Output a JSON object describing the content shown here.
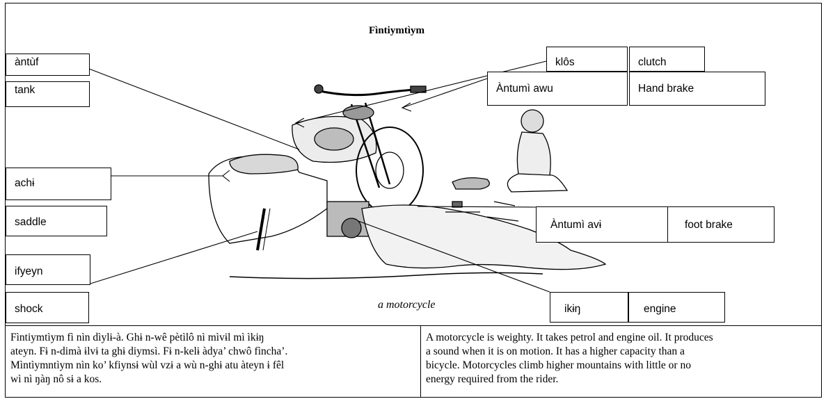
{
  "title": "Fìntiymtìym",
  "caption": "a motorcycle",
  "labels": {
    "tank_native": "àntùf",
    "tank_en": "tank",
    "saddle_native": "achɨ",
    "saddle_en": "saddle",
    "shock_native": "ifyeyn",
    "shock_en": "shock",
    "clutch_native": "klôs",
    "clutch_en": "clutch",
    "handbrake_native": "Àntumì awu",
    "handbrake_en": "Hand brake",
    "footbrake_native": "Àntumì avɨ",
    "footbrake_en": "foot brake",
    "engine_native": "ikɨŋ",
    "engine_en": "engine"
  },
  "text": {
    "native": [
      "Fìntiymtìym fì nìn dìylɨ-à. Ghɨ n-wê pètìlô nì mìvɨl mì ìkɨŋ",
      "ateyn. Fɨ n-dimà ɨlvɨ ta ghɨ diymsì. Fɨ n-kelɨ àdya’ chwô fìncha’.",
      "Mìntìymntìym nìn ko’ kfiynsɨ wùl vzɨ a wù n-ghɨ atu àteyn ɨ fêl",
      "wì nì ŋàŋ nô sɨ a kos."
    ],
    "english": [
      "A motorcycle is weighty. It takes petrol and engine oil. It produces",
      "a sound when it is on motion. It has a higher capacity than a",
      "bicycle. Motorcycles climb higher mountains with little or no",
      "energy required from the rider."
    ]
  },
  "colors": {
    "ink": "#000000",
    "paper": "#ffffff"
  }
}
